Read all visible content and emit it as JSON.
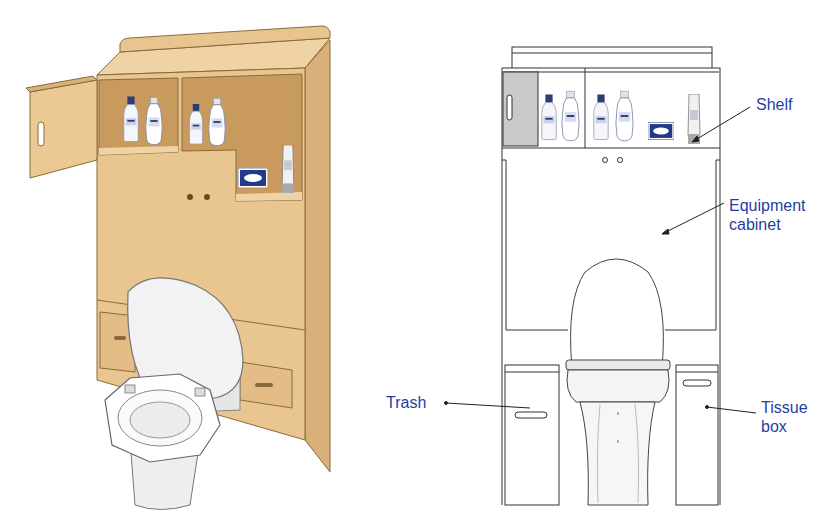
{
  "diagram": {
    "labels": [
      "Shelf",
      "Equipment cabinet",
      "Trash",
      "Tissue box"
    ]
  }
}
